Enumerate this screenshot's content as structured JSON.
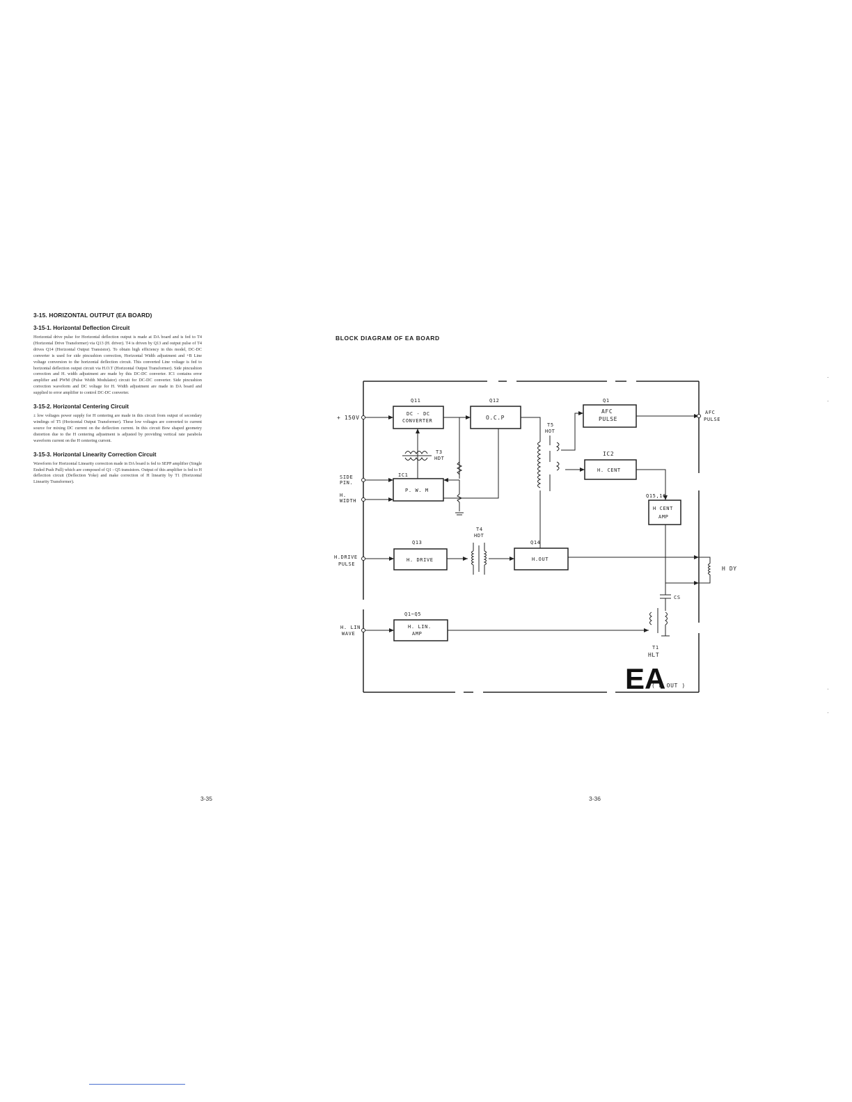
{
  "left_page": {
    "section_title": "3-15. HORIZONTAL OUTPUT (EA BOARD)",
    "subsections": [
      {
        "title": "3-15-1. Horizontal Deflection Circuit",
        "body": "Horizontal drive pulse for Horizontal deflection output is made at DA board and is fed to T4 (Horizontal Drive Transformer) via Q13 (H. driver). T4 is driven by Q13 and output pulse of T4 drives Q14 (Horizontal Output Transistor). To obtain high efficiency in this model, DC-DC converter is used for side pincushion correction, Horizontal Width adjustment and +B Line voltage conversion to the horizontal deflection circuit. This converted Line voltage is fed to horizontal deflection output circuit via H.O.T (Horizontal Output Transformer). Side pincushion correction and H. width adjustment are made by this DC-DC converter. IC1 contains error amplifier and PWM (Pulse Width Modulator) circuit for DC-DC converter. Side pincushion correction waveform and DC voltage for H. Width adjustment are made in DA board and supplied to error amplifier to control DC-DC converter."
      },
      {
        "title": "3-15-2. Horizontal Centering Circuit",
        "body": "± low voltages power supply for H centering are made in this circuit from output of secondary windings of T5 (Horizontal Output Transformer). These low voltages are converted to current source for mixing DC current on the deflection current. In this circuit Bow shaped geometry distortion due to the H centering adjustment is adjusted by providing vertical rate parabola waveform current on the H centering current."
      },
      {
        "title": "3-15-3. Horizontal Linearity Correction Circuit",
        "body": "Waveform for Horizontal Linearity correction made in DA board is fed to SEPP amplifier (Single Ended Push Pull) which are composed of Q1 - Q5 transistors. Output of this amplifier is fed to H deflection circuit (Deflection Yoke) and make correction of H linearity by T1 (Horizontal Linearity Transformer)."
      }
    ],
    "page_number": "3-35"
  },
  "right_page": {
    "diagram_title": "BLOCK DIAGRAM OF EA BOARD",
    "page_number": "3-36"
  },
  "diagram": {
    "inputs": {
      "plus150v": "+ 150V",
      "side_pin_1": "SIDE",
      "side_pin_2": "PIN.",
      "h_width_1": "H.",
      "h_width_2": "WIDTH",
      "h_drive_1": "H.DRIVE",
      "h_drive_2": "PULSE",
      "h_lin_1": "H. LIN",
      "h_lin_2": "WAVE"
    },
    "blocks": {
      "q11_ref": "Q11",
      "dcdc_1": "DC - DC",
      "dcdc_2": "CONVERTER",
      "q12_ref": "Q12",
      "ocp": "O.C.P",
      "q1_ref": "Q1",
      "afc_1": "AFC",
      "afc_2": "PULSE",
      "ic2_ref": "IC2",
      "hcent": "H. CENT",
      "ic1_ref": "IC1",
      "pwm": "P. W. M",
      "q1516_ref": "Q15,16",
      "hcentamp_1": "H CENT",
      "hcentamp_2": "AMP",
      "q13_ref": "Q13",
      "hdrive": "H. DRIVE",
      "q14_ref": "Q14",
      "hout": "H.OUT",
      "q1q5_ref": "Q1~Q5",
      "hlinamp_1": "H. LIN.",
      "hlinamp_2": "AMP"
    },
    "components": {
      "t3_1": "T3",
      "t3_2": "HDT",
      "t4_1": "T4",
      "t4_2": "HDT",
      "t5_1": "T5",
      "t5_2": "HOT",
      "t1_1": "T1",
      "t1_2": "HLT",
      "cs": "CS"
    },
    "outputs": {
      "afc_out_1": "AFC",
      "afc_out_2": "PULSE",
      "hdy": "H DY"
    },
    "board_label_big": "EA",
    "board_label_small": "( H  OUT )"
  }
}
